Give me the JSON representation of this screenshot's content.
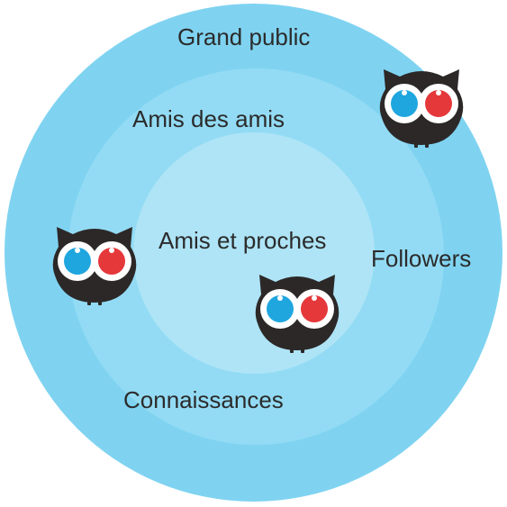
{
  "diagram": {
    "rings": [
      {
        "label": "Grand public",
        "color": "#7fd3f1"
      },
      {
        "label": "Amis des amis",
        "color": "#93dbf4"
      },
      {
        "label": "Amis et proches",
        "color": "#aee4f6"
      }
    ],
    "side_labels": {
      "followers": "Followers",
      "connaissances": "Connaissances"
    },
    "owl_colors": {
      "body": "#2c2828",
      "eye_white": "#ffffff",
      "left_eye": "#1fa6df",
      "right_eye": "#e5383b"
    },
    "owl_icons": [
      "owl-icon",
      "owl-icon",
      "owl-icon"
    ]
  }
}
